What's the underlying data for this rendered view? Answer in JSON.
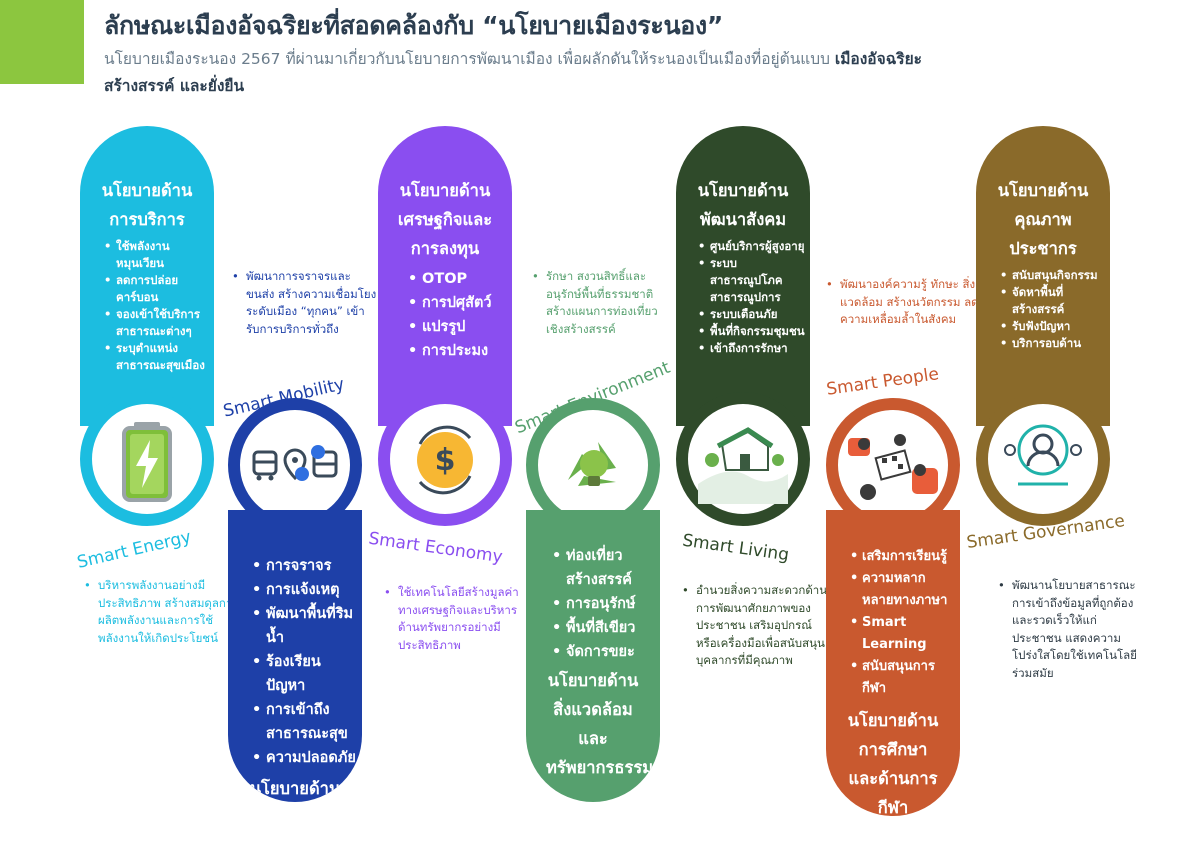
{
  "header": {
    "title": "ลักษณะเมืองอัจฉริยะที่สอดคล้องกับ “นโยบายเมืองระนอง”",
    "subtitle_part1": "นโยบายเมืองระนอง 2567 ที่ผ่านมาเกี่ยวกับนโยบายการพัฒนาเมือง เพื่อผลักดันให้ระนองเป็นเมืองที่อยู่ต้นแบบ",
    "subtitle_bold": "เมืองอัจฉริยะ สร้างสรรค์ และยั่งยืน"
  },
  "colors": {
    "accent_green": "#8cc63f",
    "energy": "#1cbde0",
    "mobility": "#1e40a8",
    "economy": "#8a4ef0",
    "environment": "#56a06e",
    "living": "#2f4a2a",
    "people": "#c9592f",
    "governance": "#8a6a2a"
  },
  "energy": {
    "label": "Smart Energy",
    "icon": "battery-icon",
    "heading": "นโยบายด้าน การบริการ",
    "items": [
      "ใช้พลังงานหมุนเวียน",
      "ลดการปล่อยคาร์บอน",
      "จองเข้าใช้บริการสาธารณะต่างๆ",
      "ระบุตำแหน่งสาธารณะสุขเมือง"
    ],
    "note": "บริหารพลังงานอย่างมีประสิทธิภาพ สร้างสมดุลการผลิตพลังงานและการใช้พลังงานให้เกิดประโยชน์"
  },
  "mobility": {
    "label": "Smart Mobility",
    "icon": "transport-icon",
    "note": "พัฒนาการจราจรและขนส่ง สร้างความเชื่อมโยงระดับเมือง “ทุกคน” เข้ารับการบริการทั่วถึง",
    "items": [
      "การจราจร",
      "การแจ้งเหตุ",
      "พัฒนาพื้นที่ริมน้ำ",
      "ร้องเรียนปัญหา",
      "การเข้าถึงสาธารณะสุข",
      "ความปลอดภัย"
    ],
    "heading": "นโยบายด้าน โครงสร้างพื้นฐาน"
  },
  "economy": {
    "label": "Smart Economy",
    "icon": "dollar-coin-icon",
    "heading": "นโยบายด้าน เศรษฐกิจและการลงทุน",
    "items": [
      "OTOP",
      "การปศุสัตว์",
      "แปรรูป",
      "การประมง"
    ],
    "note": "ใช้เทคโนโลยีสร้างมูลค่าทางเศรษฐกิจและบริหารด้านทรัพยากรอย่างมีประสิทธิภาพ"
  },
  "environment": {
    "label": "Smart Environment",
    "icon": "recycle-bulb-icon",
    "note": "รักษา สงวนสิทธิ์และอนุรักษ์พื้นที่ธรรมชาติ สร้างแผนการท่องเที่ยวเชิงสร้างสรรค์",
    "items": [
      "ท่องเที่ยวสร้างสรรค์",
      "การอนุรักษ์",
      "พื้นที่สีเขียว",
      "จัดการขยะ"
    ],
    "heading": "นโยบายด้าน สิ่งแวดล้อมและทรัพยากรธรรมชาติ"
  },
  "living": {
    "label": "Smart Living",
    "icon": "house-landscape-icon",
    "heading": "นโยบายด้าน พัฒนาสังคม",
    "items": [
      "ศูนย์บริการผู้สูงอายุ",
      "ระบบสาธารณูปโภคสาธารณูปการ",
      "ระบบเตือนภัย",
      "พื้นที่กิจกรรมชุมชน",
      "เข้าถึงการรักษา"
    ],
    "note": "อำนวยสิ่งความสะดวกด้านการพัฒนาศักยภาพของประชาชน เสริมอุปกรณ์หรือเครื่องมือเพื่อสนับสนุนบุคลากรที่มีคุณภาพ"
  },
  "people": {
    "label": "Smart People",
    "icon": "people-collaboration-icon",
    "note": "พัฒนาองค์ความรู้ ทักษะ สิ่งแวดล้อม สร้างนวัตกรรม ลดความเหลื่อมล้ำในสังคม",
    "items": [
      "เสริมการเรียนรู้",
      "ความหลากหลายทางภาษา",
      "Smart Learning",
      "สนับสนุนการกีฬา"
    ],
    "heading": "นโยบายด้าน การศึกษาและด้านการกีฬา"
  },
  "governance": {
    "label": "Smart Governance",
    "icon": "network-person-icon",
    "heading": "นโยบายด้าน คุณภาพประชากร",
    "items": [
      "สนับสนุนกิจกรรม",
      "จัดหาพื้นที่สร้างสรรค์",
      "รับฟังปัญหา",
      "บริการอบด้าน"
    ],
    "note": "พัฒนานโยบายสาธารณะ การเข้าถึงข้อมูลที่ถูกต้องและรวดเร็วให้แก่ประชาชน แสดงความโปร่งใสโดยใช้เทคโนโลยีร่วมสมัย"
  }
}
